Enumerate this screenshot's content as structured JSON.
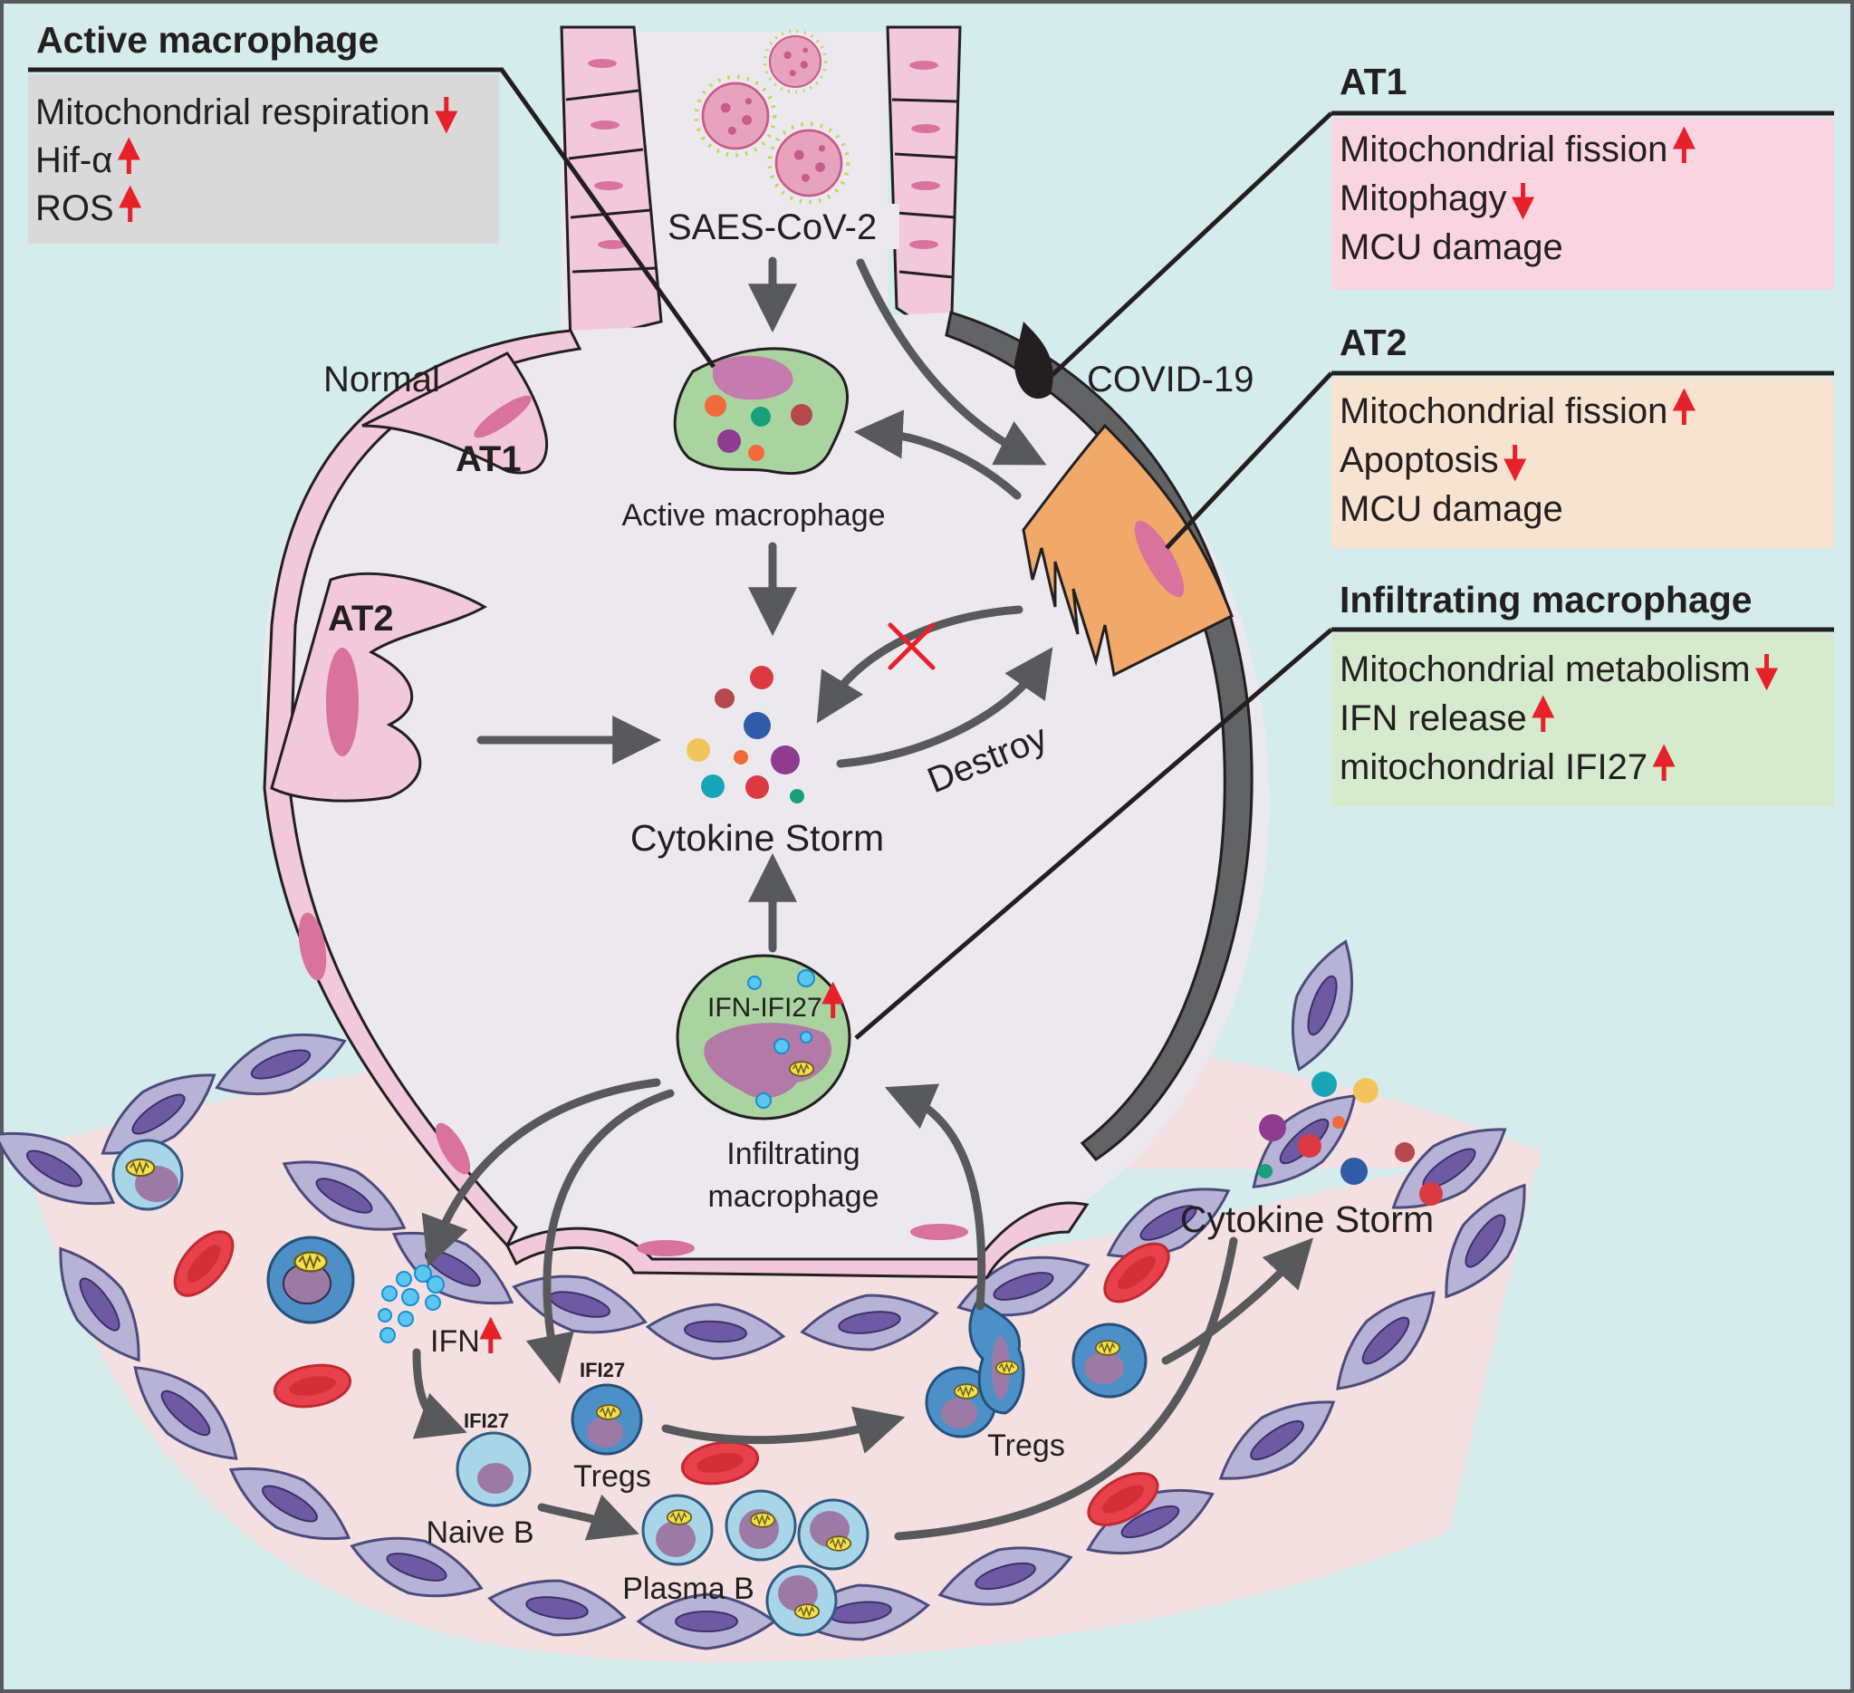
{
  "panels": {
    "active_macrophage": {
      "title": "Active macrophage",
      "items": [
        "Mitochondrial respiration",
        "Hif-α",
        "ROS"
      ],
      "trends": [
        "down",
        "up",
        "up"
      ],
      "bg": "#d9d9d9"
    },
    "at1": {
      "title": "AT1",
      "items": [
        "Mitochondrial fission",
        "Mitophagy",
        "MCU damage"
      ],
      "trends": [
        "up",
        "down",
        "none"
      ],
      "bg": "#f9d5e2"
    },
    "at2": {
      "title": "AT2",
      "items": [
        "Mitochondrial fission",
        "Apoptosis",
        "MCU damage"
      ],
      "trends": [
        "up",
        "down",
        "none"
      ],
      "bg": "#f8e3d0"
    },
    "infiltrating_macrophage": {
      "title": "Infiltrating macrophage",
      "items": [
        "Mitochondrial metabolism",
        "IFN release",
        "mitochondrial IFI27"
      ],
      "trends": [
        "down",
        "up",
        "up"
      ],
      "bg": "#d6ebcd"
    }
  },
  "labels": {
    "virus": "SAES-CoV-2",
    "normal": "Normal",
    "covid": "COVID-19",
    "at1": "AT1",
    "at2": "AT2",
    "active_macrophage": "Active macrophage",
    "cytokine_storm": "Cytokine Storm",
    "destroy": "Destroy",
    "ifn_ifi27": "IFN-IFI27",
    "infiltrating_line1": "Infiltrating",
    "infiltrating_line2": "macrophage",
    "ifn": "IFN",
    "ifi27_a": "IFI27",
    "ifi27_b": "IFI27",
    "tregs_a": "Tregs",
    "tregs_b": "Tregs",
    "naive_b": "Naive B",
    "plasma_b": "Plasma B",
    "cytokine_storm_2": "Cytokine Storm"
  },
  "colors": {
    "background": "#d5ecec",
    "alveolus": "#ebe9ee",
    "pink_cell": "#f1c9da",
    "nucleus": "#d9739e",
    "vessel": "#f4dfe1",
    "endothelium": "#b7b3d6",
    "up_down_arrow": "#e62129",
    "flow_arrow": "#58595b"
  }
}
